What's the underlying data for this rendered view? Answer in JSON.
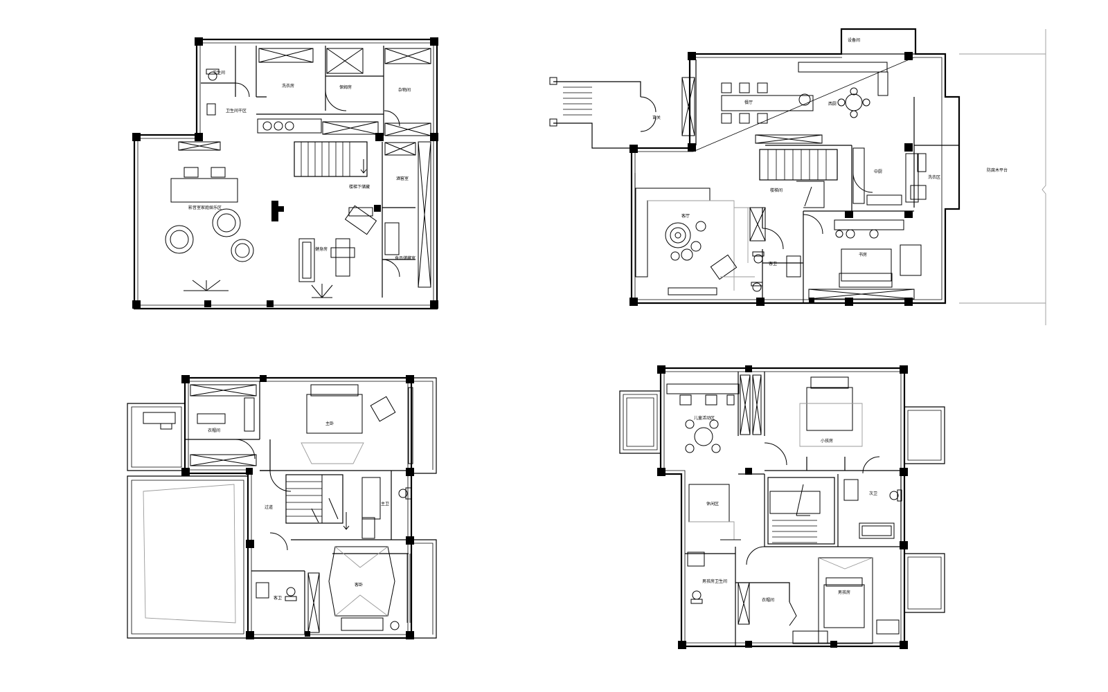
{
  "plans": [
    {
      "id": "basement",
      "rooms": {
        "bath": "卫生间",
        "laundry": "洗衣房",
        "nanny": "保姆房",
        "storage": "杂物间",
        "bath_dry": "卫生间干区",
        "stair_storage": "楼梯下储藏",
        "wine": "酒窖室",
        "theater": "影音室家庭娱乐区",
        "gym": "健身房",
        "pantry": "食品储藏室"
      }
    },
    {
      "id": "ground",
      "rooms": {
        "equipment": "设备间",
        "dining": "餐厅",
        "western_kitchen": "西厨",
        "foyer": "玄关",
        "chinese_kitchen": "中厨",
        "laundry_area": "洗衣区",
        "terrace": "防腐木平台",
        "stair_hall": "楼梯间",
        "living": "客厅",
        "guest_bath": "客卫",
        "study": "书房"
      }
    },
    {
      "id": "second",
      "rooms": {
        "closet": "衣帽间",
        "master": "主卧",
        "corridor": "过道",
        "master_bath": "主卫",
        "guest_bath": "客卫",
        "guest_room": "客卧"
      }
    },
    {
      "id": "third",
      "rooms": {
        "kids_activity": "儿童活动区",
        "girl_room": "小孩房",
        "leisure": "休闲区",
        "second_bath": "次卫",
        "boy_bath": "男孩房卫生间",
        "closet": "衣帽间",
        "boy_room": "男孩房"
      }
    }
  ]
}
